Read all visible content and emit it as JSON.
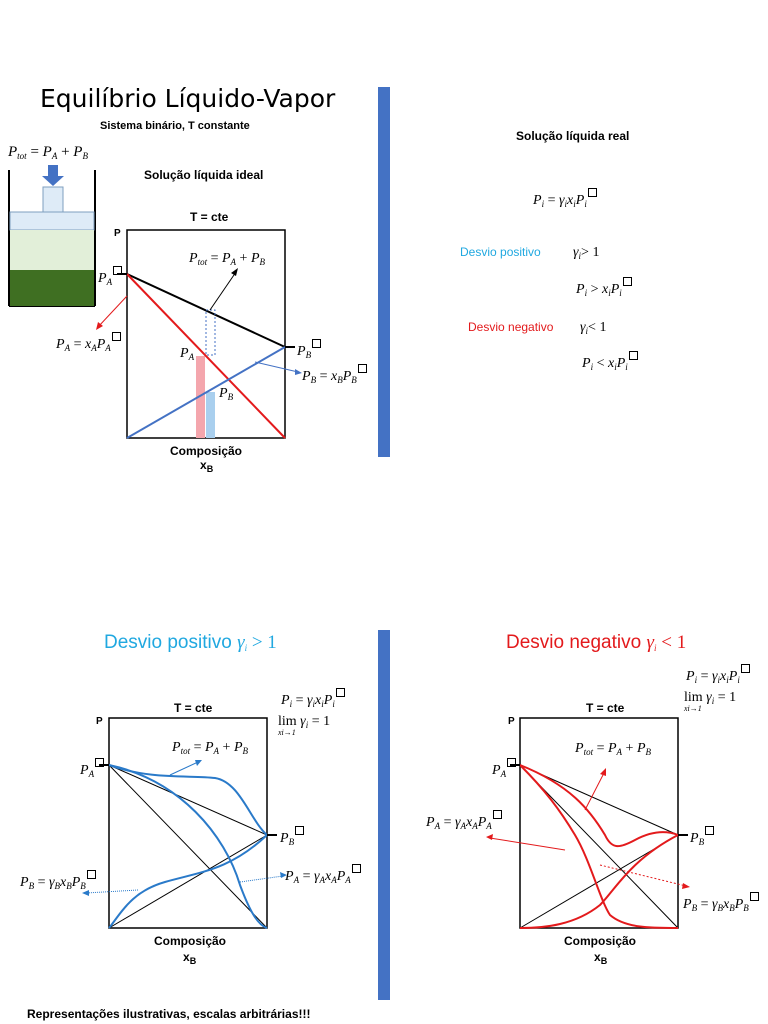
{
  "slide1": {
    "title": "Equilíbrio Líquido-Vapor",
    "subtitle": "Sistema binário, T constante",
    "ideal_heading": "Solução líquida ideal",
    "tcte": "T = cte",
    "p_axis": "P",
    "xlabel": "Composição",
    "xvar": "x",
    "xvar_sub": "B"
  },
  "slide2": {
    "heading": "Solução líquida real",
    "desvio_positivo": "Desvio positivo",
    "desvio_negativo": "Desvio negativo",
    "gt_one": "> 1",
    "lt_one": "< 1"
  },
  "slide3": {
    "title": "Desvio positivo",
    "title_math": "> 1",
    "tcte": "T = cte",
    "p_axis": "P",
    "xlabel": "Composição",
    "xvar": "x",
    "xvar_sub": "B",
    "limit": "lim",
    "limit_sub": "xi→1",
    "limit_eq": "= 1",
    "footnote": "Representações ilustrativas, escalas arbitrárias!!!"
  },
  "slide4": {
    "title": "Desvio negativo",
    "title_math": "< 1",
    "tcte": "T = cte",
    "p_axis": "P",
    "xlabel": "Composição",
    "xvar": "x",
    "xvar_sub": "B",
    "limit": "lim",
    "limit_sub": "xi→1",
    "limit_eq": "= 1"
  },
  "colors": {
    "blue_bar": "#4472c4",
    "red": "#e31a1c",
    "blue_curve": "#2a7ac9",
    "cyan_text": "#20a8e0",
    "green_dark": "#3f6f22",
    "green_light": "#e2efd9",
    "piston_blue": "#deebf7"
  }
}
